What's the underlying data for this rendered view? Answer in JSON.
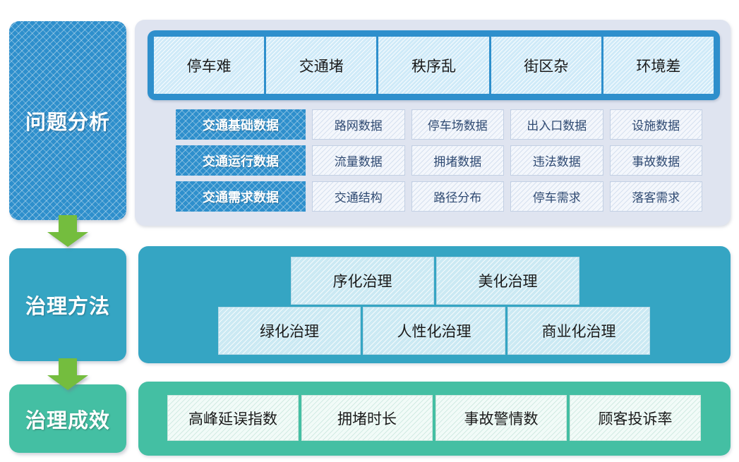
{
  "stages": [
    {
      "key": "problem",
      "label": "问题分析"
    },
    {
      "key": "method",
      "label": "治理方法"
    },
    {
      "key": "effect",
      "label": "治理成效"
    }
  ],
  "problem_analysis": {
    "issues": [
      "停车难",
      "交通堵",
      "秩序乱",
      "街区杂",
      "环境差"
    ],
    "data_rows": [
      {
        "header": "交通基础数据",
        "cells": [
          "路网数据",
          "停车场数据",
          "出入口数据",
          "设施数据"
        ]
      },
      {
        "header": "交通运行数据",
        "cells": [
          "流量数据",
          "拥堵数据",
          "违法数据",
          "事故数据"
        ]
      },
      {
        "header": "交通需求数据",
        "cells": [
          "交通结构",
          "路径分布",
          "停车需求",
          "落客需求"
        ]
      }
    ]
  },
  "governance_methods": {
    "top_row": [
      "序化治理",
      "美化治理"
    ],
    "bottom_row": [
      "绿化治理",
      "人性化治理",
      "商业化治理"
    ]
  },
  "governance_effects": {
    "indicators": [
      "高峰延误指数",
      "拥堵时长",
      "事故警情数",
      "顾客投诉率"
    ]
  },
  "colors": {
    "stage_problem": "#2e8fcc",
    "stage_method": "#35a5c3",
    "stage_effect": "#44bfa3",
    "panel_problem_bg": "#dfe4f0",
    "arrow_green": "#74bd3e",
    "issue_cell": "#cfeaf8",
    "data_cell": "#f4f7fc",
    "effect_cell": "#f2fbf8"
  },
  "icons": {
    "arrow": "down-arrow-icon"
  }
}
